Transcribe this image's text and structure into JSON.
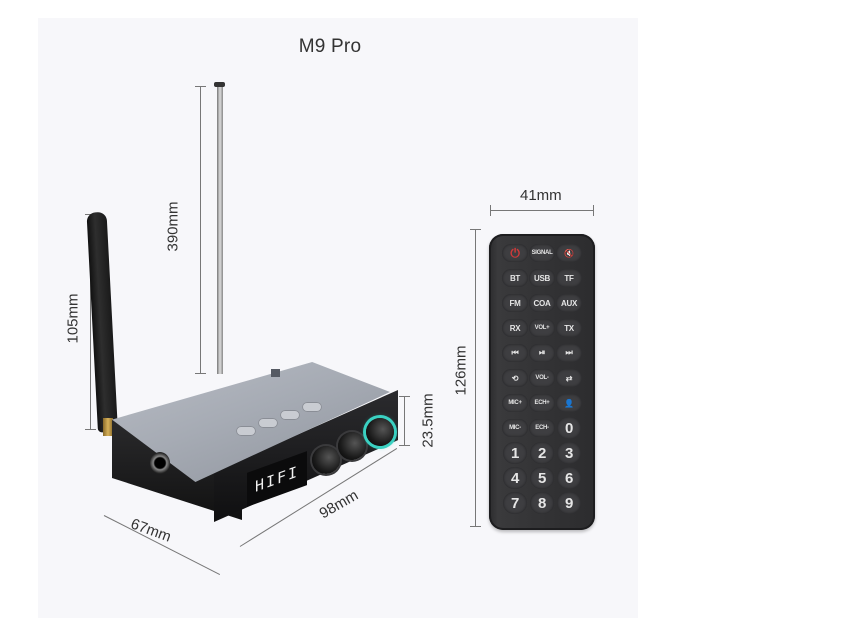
{
  "title": "M9 Pro",
  "device": {
    "display_text": "HIFI",
    "dimensions": {
      "antenna_rubber_height": "105mm",
      "antenna_telescopic_height": "390mm",
      "body_height": "23.5mm",
      "body_length": "98mm",
      "body_depth": "67mm"
    }
  },
  "remote": {
    "dimensions": {
      "width": "41mm",
      "height": "126mm"
    },
    "buttons": [
      {
        "label": "⏻",
        "name": "power",
        "type": "power"
      },
      {
        "label": "SIGNAL",
        "name": "signal",
        "type": "small"
      },
      {
        "label": "🔇",
        "name": "mute",
        "type": "icon"
      },
      {
        "label": "BT",
        "name": "bt"
      },
      {
        "label": "USB",
        "name": "usb"
      },
      {
        "label": "TF",
        "name": "tf"
      },
      {
        "label": "FM",
        "name": "fm"
      },
      {
        "label": "COA",
        "name": "coa"
      },
      {
        "label": "AUX",
        "name": "aux"
      },
      {
        "label": "RX",
        "name": "rx"
      },
      {
        "label": "VOL+",
        "name": "vol-up",
        "type": "small"
      },
      {
        "label": "TX",
        "name": "tx"
      },
      {
        "label": "⏮",
        "name": "previous"
      },
      {
        "label": "⏯",
        "name": "play-pause"
      },
      {
        "label": "⏭",
        "name": "next"
      },
      {
        "label": "⟲",
        "name": "repeat"
      },
      {
        "label": "VOL-",
        "name": "vol-down",
        "type": "small"
      },
      {
        "label": "⇄",
        "name": "loop"
      },
      {
        "label": "MIC+",
        "name": "mic-up",
        "type": "small"
      },
      {
        "label": "ECH+",
        "name": "echo-up",
        "type": "small"
      },
      {
        "label": "👤",
        "name": "user"
      },
      {
        "label": "MIC-",
        "name": "mic-down",
        "type": "small"
      },
      {
        "label": "ECH-",
        "name": "echo-down",
        "type": "small"
      },
      {
        "label": "0",
        "name": "num-0",
        "type": "num"
      },
      {
        "label": "1",
        "name": "num-1",
        "type": "num"
      },
      {
        "label": "2",
        "name": "num-2",
        "type": "num"
      },
      {
        "label": "3",
        "name": "num-3",
        "type": "num"
      },
      {
        "label": "4",
        "name": "num-4",
        "type": "num"
      },
      {
        "label": "5",
        "name": "num-5",
        "type": "num"
      },
      {
        "label": "6",
        "name": "num-6",
        "type": "num"
      },
      {
        "label": "7",
        "name": "num-7",
        "type": "num"
      },
      {
        "label": "8",
        "name": "num-8",
        "type": "num"
      },
      {
        "label": "9",
        "name": "num-9",
        "type": "num"
      }
    ]
  },
  "colors": {
    "panel_bg": "#f7f7fa",
    "remote_body": "#333335",
    "power_red": "#d23a3a",
    "knob_glow": "#3ad1c2"
  }
}
